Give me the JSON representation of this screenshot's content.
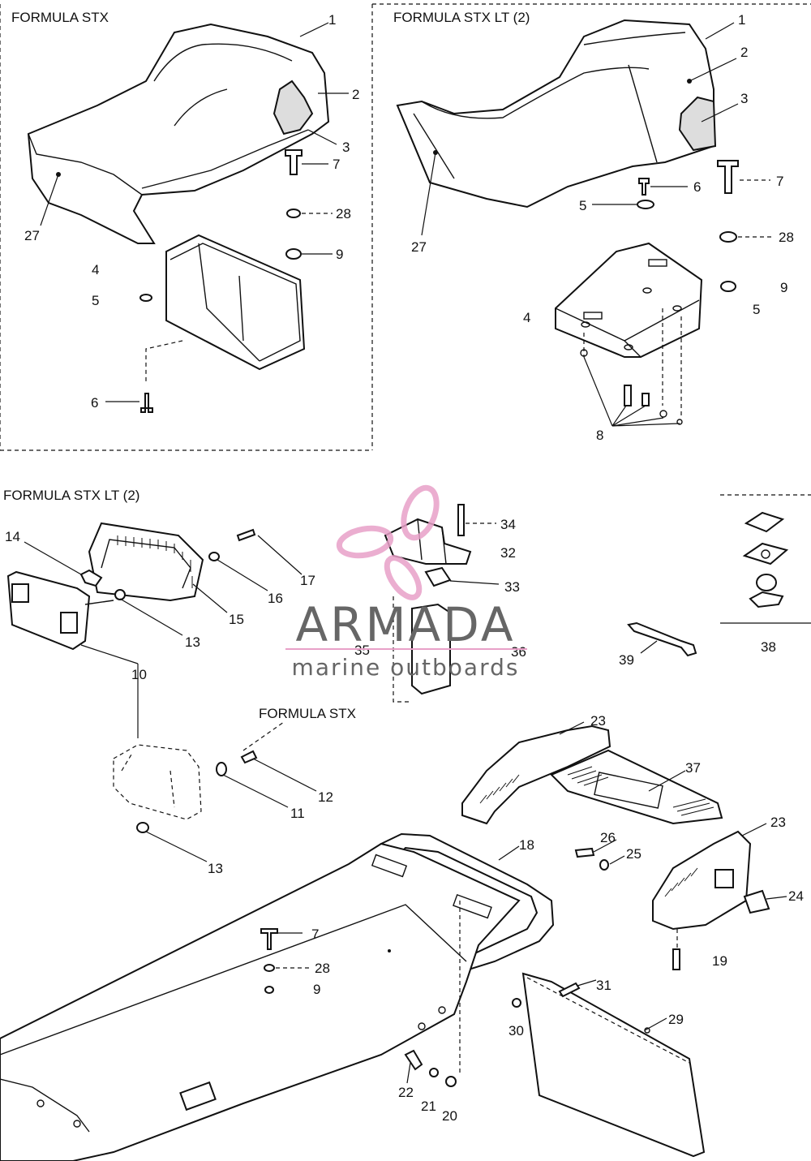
{
  "sections": {
    "top_left_title": "FORMULA STX",
    "top_right_title": "FORMULA STX LT (2)",
    "bottom_left_title": "FORMULA STX LT (2)",
    "middle_title": "FORMULA STX"
  },
  "callouts": {
    "tl": [
      "1",
      "2",
      "3",
      "7",
      "28",
      "9",
      "27",
      "4",
      "5",
      "6"
    ],
    "tr": [
      "1",
      "2",
      "3",
      "7",
      "6",
      "5",
      "28",
      "9",
      "27",
      "5",
      "4",
      "8"
    ],
    "b": [
      "14",
      "17",
      "16",
      "15",
      "13",
      "10",
      "34",
      "32",
      "33",
      "35",
      "36",
      "38",
      "39",
      "12",
      "11",
      "13",
      "23",
      "37",
      "23",
      "18",
      "26",
      "25",
      "24",
      "7",
      "28",
      "9",
      "19",
      "31",
      "29",
      "30",
      "22",
      "21",
      "20"
    ]
  },
  "watermark": {
    "brand": "ARMADA",
    "tagline": "marine outboards",
    "logo": "propeller-logo",
    "colors": {
      "logo": "#e8a0c8",
      "text": "#666666",
      "rule": "#e8a0c8"
    }
  }
}
